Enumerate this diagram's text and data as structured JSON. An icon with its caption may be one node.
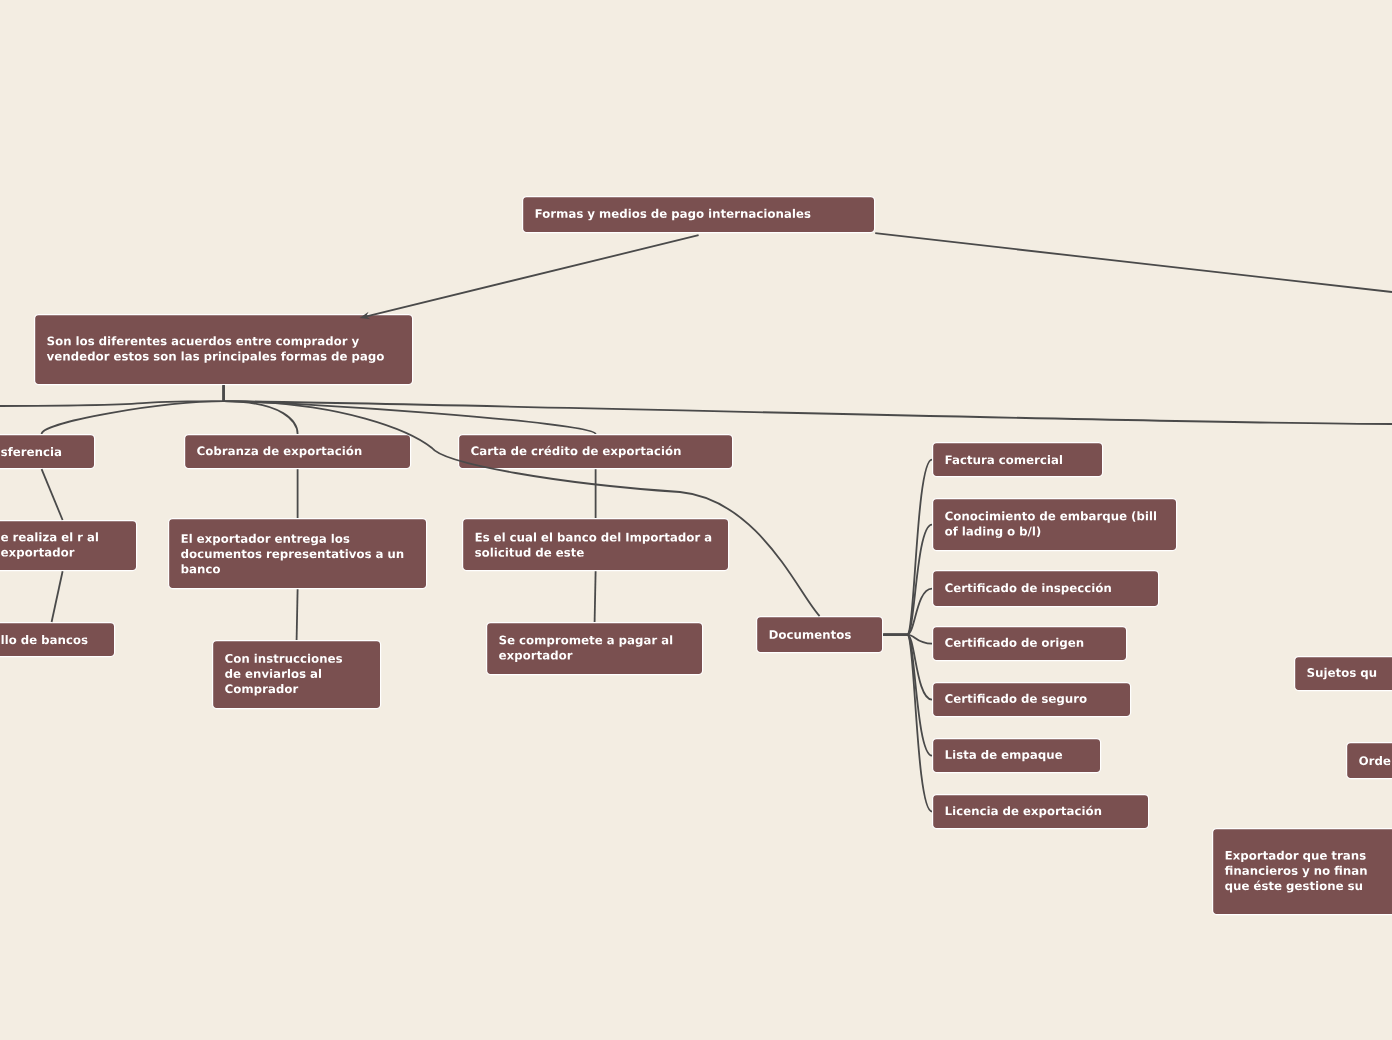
{
  "diagram": {
    "nodes": [
      {
        "text": [
          "Formas y medios de pago internacionales"
        ]
      },
      {
        "text": [
          "Son los diferentes acuerdos entre comprador y vendedor estos son las principales formas de pago"
        ]
      },
      {
        "text": [
          "sferencia"
        ]
      },
      {
        "text": [
          "Cobranza de exportación"
        ]
      },
      {
        "text": [
          "Carta de crédito de exportación"
        ]
      },
      {
        "text": [
          "e realiza el r al exportador"
        ]
      },
      {
        "text": [
          "llo de bancos"
        ]
      },
      {
        "text": [
          "El exportador entrega los documentos representativos a un banco"
        ]
      },
      {
        "text": [
          "Con instrucciones de enviarlos al Comprador"
        ]
      },
      {
        "text": [
          "Es el cual el banco del Importador a solicitud de este"
        ]
      },
      {
        "text": [
          "Se compromete a pagar al exportador"
        ]
      },
      {
        "text": [
          "Documentos"
        ]
      },
      {
        "text": [
          "Factura comercial"
        ]
      },
      {
        "text": [
          "Conocimiento de embarque (bill of lading o b/l)"
        ]
      },
      {
        "text": [
          "Certificado de inspección"
        ]
      },
      {
        "text": [
          "Certificado de origen"
        ]
      },
      {
        "text": [
          "Certificado de seguro"
        ]
      },
      {
        "text": [
          "Lista de empaque"
        ]
      },
      {
        "text": [
          "Licencia de exportación"
        ]
      },
      {
        "text": [
          "Sujetos qu"
        ]
      },
      {
        "text": [
          "Orde"
        ]
      },
      {
        "text": [
          "Exportador que trans financieros y no finan que éste gestione su"
        ]
      }
    ],
    "edges": [
      {
        "from": 0,
        "to": 1,
        "arrow": "to"
      },
      {
        "from": 0,
        "to": null,
        "arrow": "none"
      },
      {
        "from": 1,
        "to": null,
        "arrow": "none"
      },
      {
        "from": 1,
        "to": 2,
        "arrow": "none"
      },
      {
        "from": 1,
        "to": 3,
        "arrow": "none"
      },
      {
        "from": 1,
        "to": 4,
        "arrow": "none"
      },
      {
        "from": 1,
        "to": 11,
        "arrow": "none"
      },
      {
        "from": 1,
        "to": null,
        "arrow": "none"
      },
      {
        "from": 2,
        "to": 5,
        "arrow": "none"
      },
      {
        "from": 5,
        "to": 6,
        "arrow": "none"
      },
      {
        "from": 3,
        "to": 7,
        "arrow": "none"
      },
      {
        "from": 7,
        "to": 8,
        "arrow": "none"
      },
      {
        "from": 4,
        "to": 9,
        "arrow": "none"
      },
      {
        "from": 9,
        "to": 10,
        "arrow": "none"
      },
      {
        "from": 11,
        "to": 12,
        "arrow": "none"
      },
      {
        "from": 11,
        "to": 13,
        "arrow": "none"
      },
      {
        "from": 11,
        "to": 14,
        "arrow": "none"
      },
      {
        "from": 11,
        "to": 15,
        "arrow": "none"
      },
      {
        "from": 11,
        "to": 16,
        "arrow": "none"
      },
      {
        "from": 11,
        "to": 17,
        "arrow": "none"
      },
      {
        "from": 11,
        "to": 18,
        "arrow": "none"
      }
    ]
  }
}
